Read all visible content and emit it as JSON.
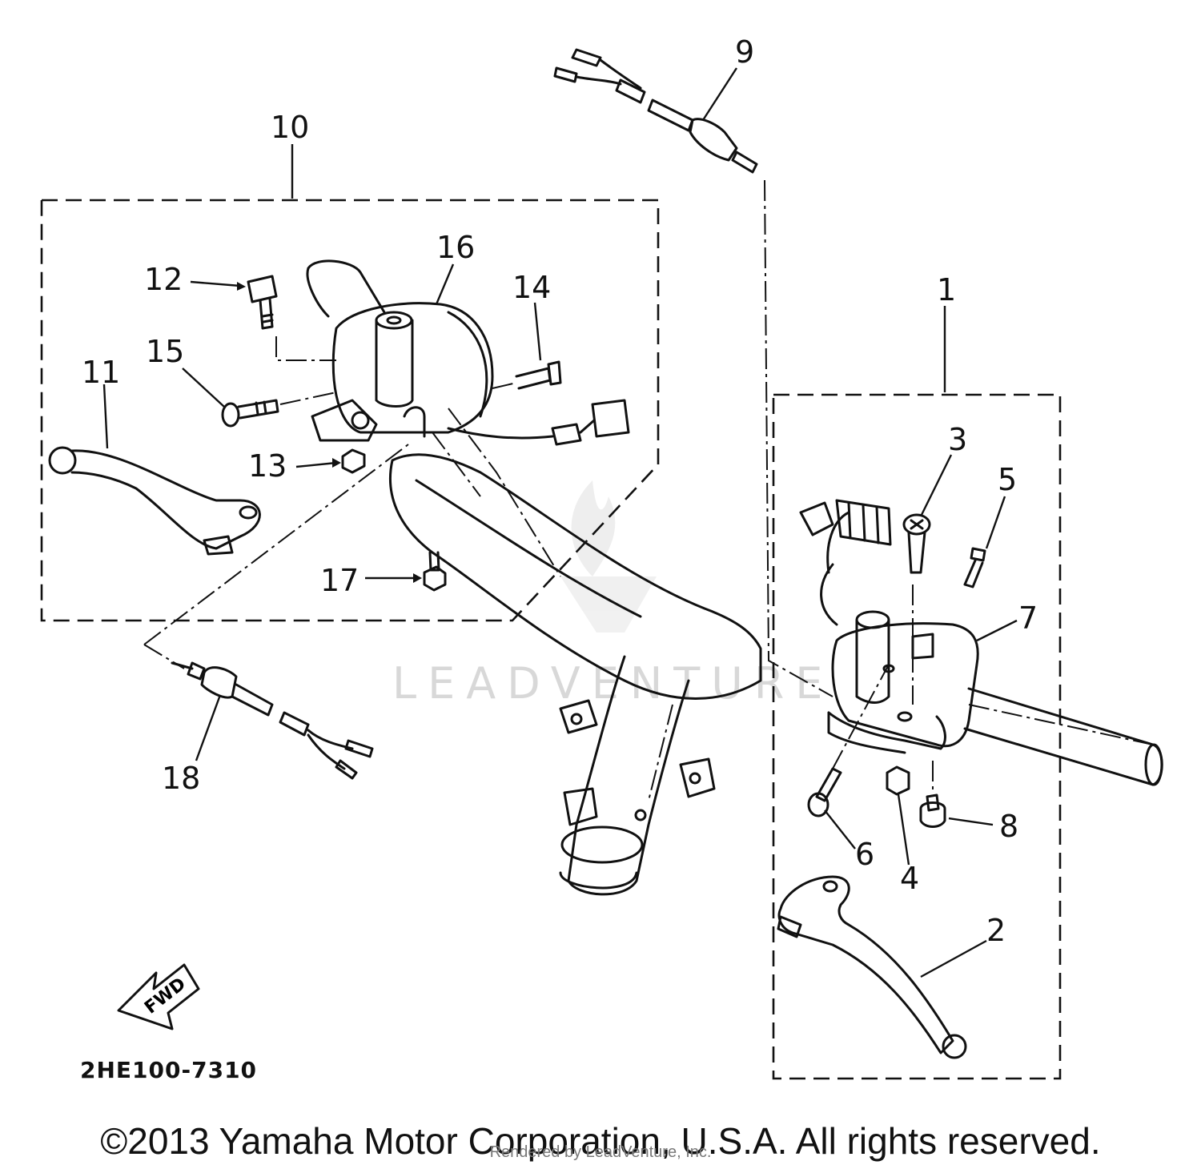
{
  "diagram": {
    "drawing_code": "2HE100-7310",
    "direction_label": "FWD",
    "watermark": "LEADVENTURE",
    "callouts": [
      "1",
      "2",
      "3",
      "4",
      "5",
      "6",
      "7",
      "8",
      "9",
      "10",
      "11",
      "12",
      "13",
      "14",
      "15",
      "16",
      "17",
      "18"
    ]
  },
  "footer": {
    "copyright": "©2013 Yamaha Motor Corporation, U.S.A. All rights reserved.",
    "rendered_by": "Rendered by LeadVenture, Inc."
  }
}
